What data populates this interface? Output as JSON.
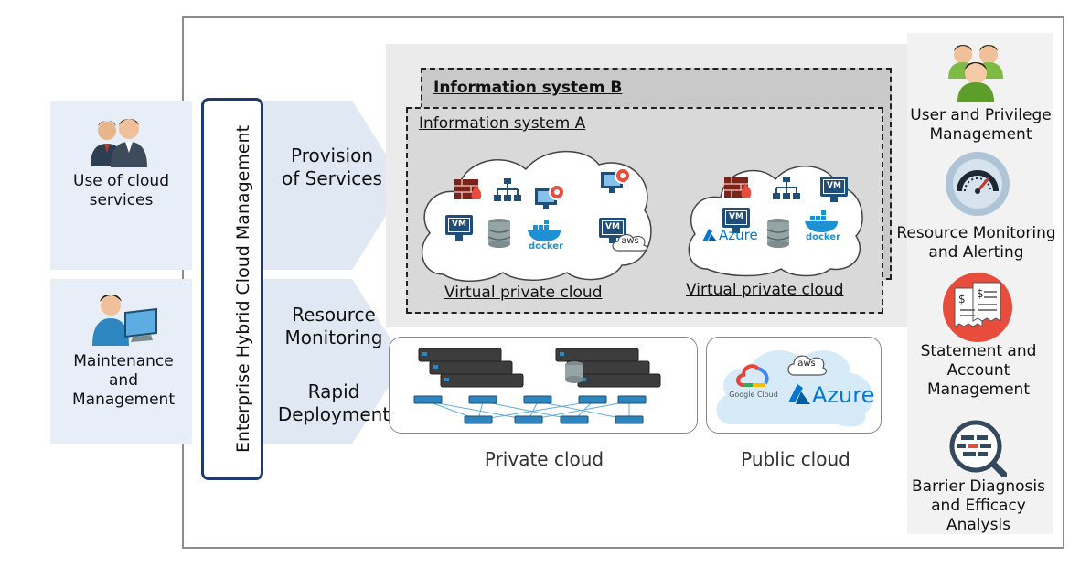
{
  "users": {
    "cloud_users": {
      "label": "Use of cloud services",
      "icon": "users-icon"
    },
    "maintenance": {
      "label": "Maintenance and Management",
      "icon": "admin-computer-icon"
    }
  },
  "management_bar": {
    "label": "Enterprise Hybrid Cloud Management"
  },
  "functions": {
    "provision": "Provision of Services",
    "monitoring": "Resource Monitoring",
    "deployment": "Rapid Deployment"
  },
  "info_systems": {
    "b": "Information system B",
    "a": "Information system A"
  },
  "vpc_left": {
    "label": "Virtual private cloud",
    "icons": [
      "firewall-icon",
      "network-topology-icon",
      "monitor-gear-icon",
      "monitor-gear-icon",
      "vm-icon",
      "database-icon",
      "docker-icon",
      "vm-icon",
      "aws-icon"
    ],
    "vm_label": "VM",
    "docker_label": "docker",
    "aws_label": "aws"
  },
  "vpc_right": {
    "label": "Virtual private cloud",
    "icons": [
      "firewall-icon",
      "network-topology-icon",
      "vm-icon",
      "vm-icon",
      "azure-icon",
      "database-icon",
      "docker-icon"
    ],
    "vm_label": "VM",
    "azure_label": "Azure",
    "docker_label": "docker"
  },
  "private_cloud": {
    "label": "Private cloud",
    "icon": "server-rack-icon"
  },
  "public_cloud": {
    "label": "Public cloud",
    "google_label": "Google Cloud",
    "aws_label": "aws",
    "azure_label": "Azure"
  },
  "right_panel": [
    {
      "label": "User and Privilege Management",
      "icon": "user-group-icon"
    },
    {
      "label": "Resource Monitoring and Alerting",
      "icon": "gauge-icon"
    },
    {
      "label": "Statement and Account Management",
      "icon": "receipt-icon"
    },
    {
      "label": "Barrier Diagnosis and Efficacy Analysis",
      "icon": "diagnosis-icon"
    }
  ],
  "colors": {
    "frame": "#8c8c8c",
    "left_panel": "#e7eef7",
    "arrow": "#dfe8f3",
    "mgmt_border": "#1f3a6b",
    "info_b": "#c9c9c9",
    "info_a": "#d9d9d9",
    "right_panel": "#f2f2f2",
    "vm": "#1f4e79",
    "docker": "#1d91d1",
    "azure": "#0078d4",
    "firewall": "#c0392b"
  }
}
